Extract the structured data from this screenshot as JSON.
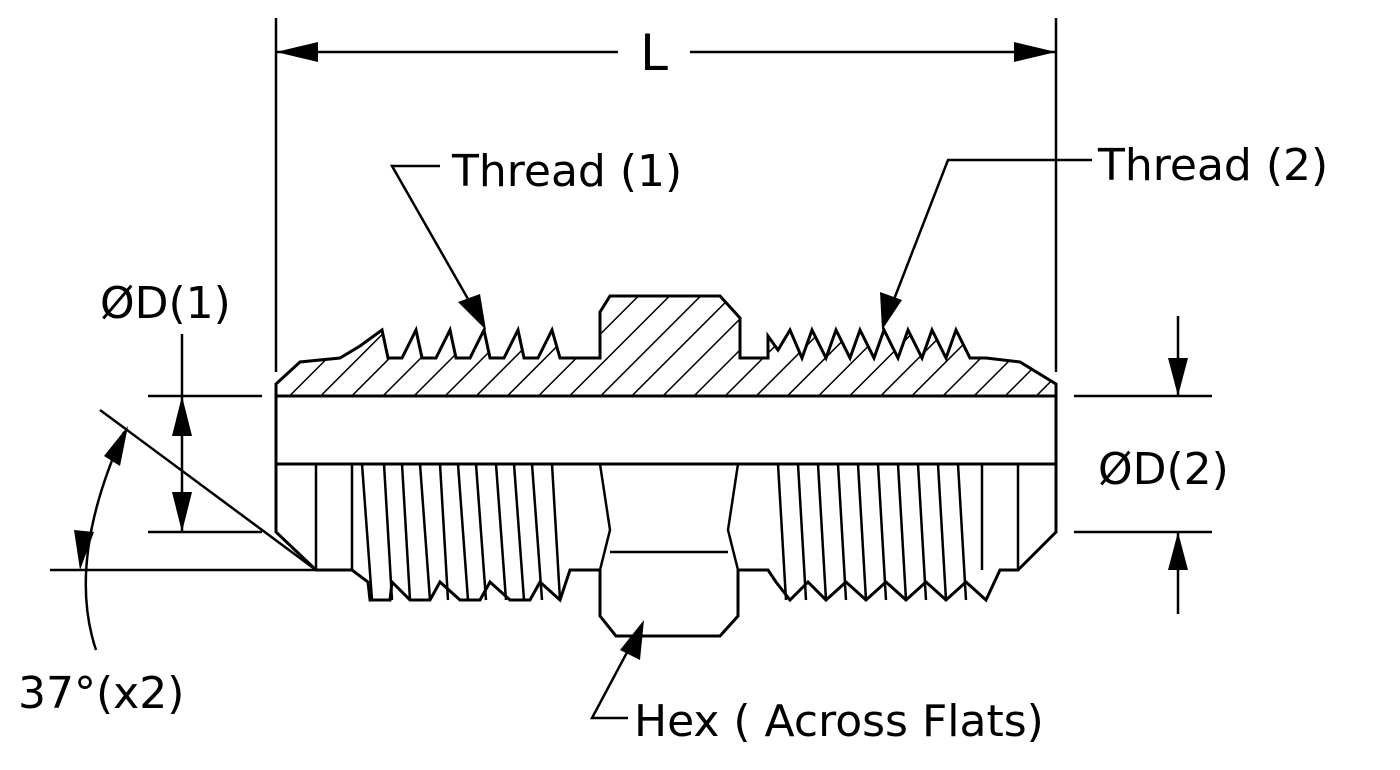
{
  "labels": {
    "length": "L",
    "thread_1": "Thread (1)",
    "thread_2": "Thread (2)",
    "diameter_1": "ØD(1)",
    "diameter_2": "ØD(2)",
    "angle": "37°(x2)",
    "hex": "Hex ( Across Flats)"
  },
  "colors": {
    "line": "#000000",
    "background": "#ffffff"
  }
}
